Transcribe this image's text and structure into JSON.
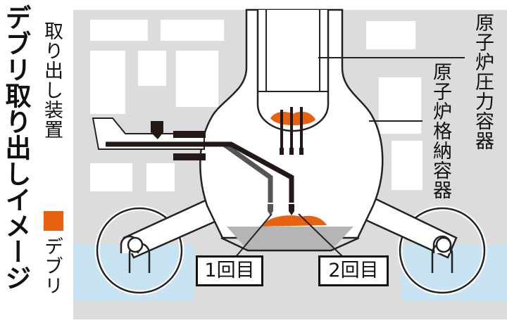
{
  "title": "デブリ取り出しイメージ",
  "labels": {
    "device": "取り出し装置",
    "pressure_vessel": "原子炉圧力容器",
    "containment_vessel": "原子炉格納容器",
    "attempt_1": "1回目",
    "attempt_2": "2回目"
  },
  "legend": {
    "debris_label": "デブリ",
    "debris_color": "#e8610f"
  },
  "colors": {
    "building_gray": "#dcdcdc",
    "water": "#c8e4f2",
    "pipe": "#231815",
    "debris": "#e8610f"
  }
}
